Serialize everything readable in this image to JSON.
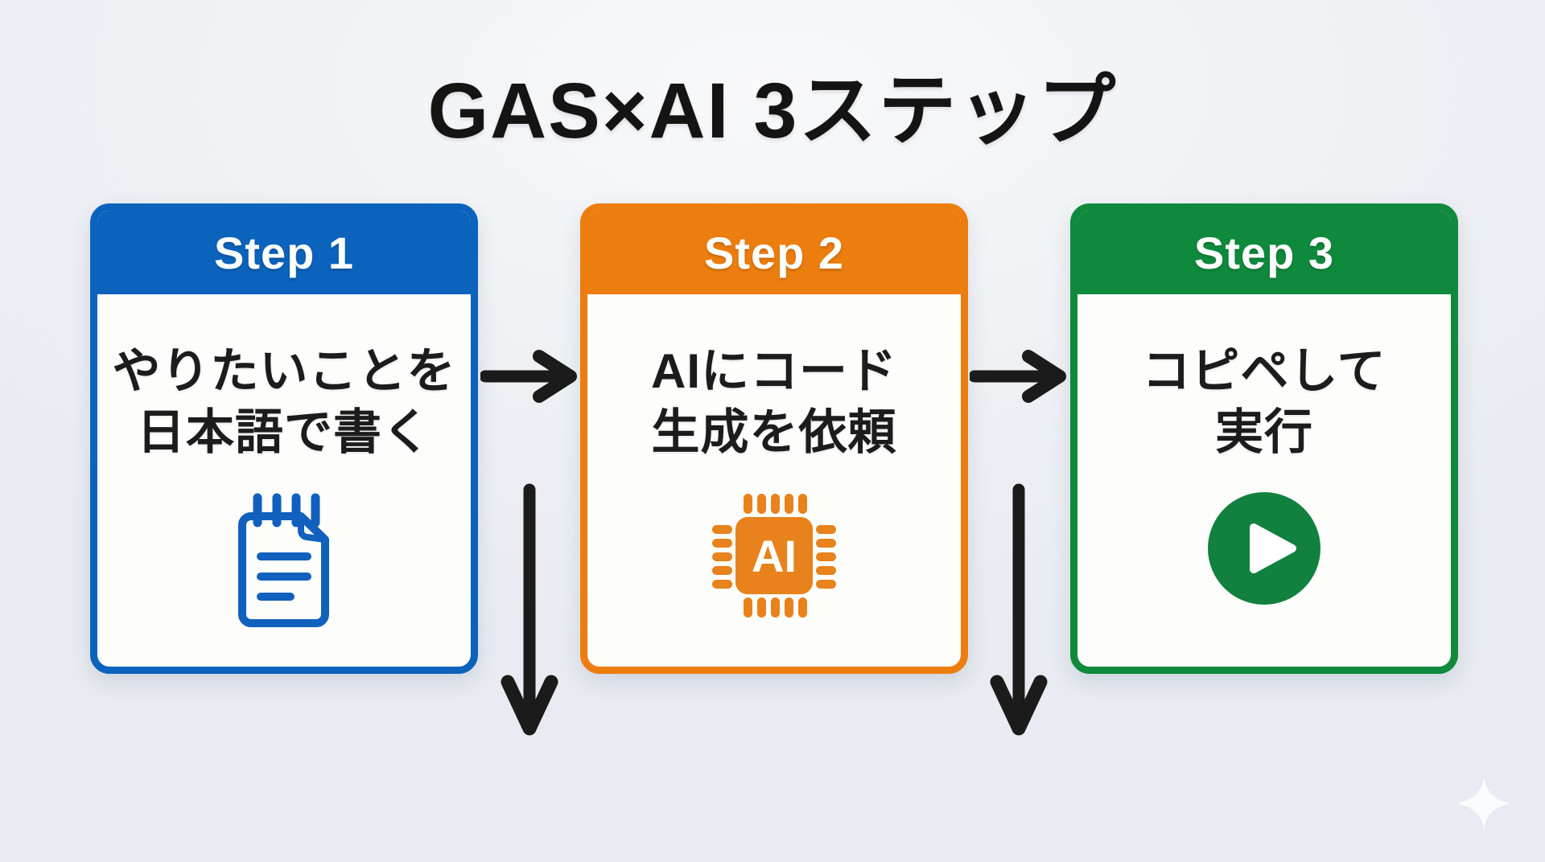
{
  "title": "GAS×AI 3ステップ",
  "colors": {
    "background": "#EDEFF4",
    "card_body": "#FDFDFB",
    "arrow": "#1B1B1B",
    "title_text": "#141414",
    "body_text": "#1C1C1C",
    "step1_blue": "#0B63BC",
    "step2_orange": "#EC7D0F",
    "step3_green": "#0F8A3D"
  },
  "steps": [
    {
      "label": "Step 1",
      "line1": "やりたいことを",
      "line2": "日本語で書く",
      "color": "#0B63BC",
      "icon": "notepad-icon"
    },
    {
      "label": "Step 2",
      "line1": "AIにコード",
      "line2": "生成を依頼",
      "color": "#EC7D0F",
      "icon": "ai-chip-icon",
      "icon_label": "AI"
    },
    {
      "label": "Step 3",
      "line1": "コピペして",
      "line2": "実行",
      "color": "#0F8A3D",
      "icon": "play-icon"
    }
  ],
  "connectors": {
    "right_arrows": 2,
    "down_arrows": 2
  },
  "decoration": {
    "sparkle": "sparkle-icon"
  }
}
